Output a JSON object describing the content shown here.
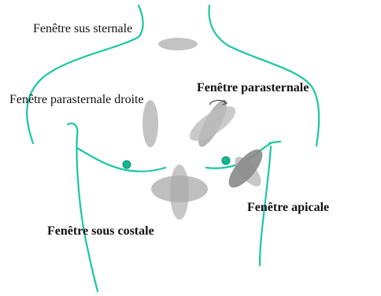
{
  "labels": {
    "suprasternal": "Fenêtre sus sternale",
    "parasternal_right": "Fenêtre parasternale droite",
    "parasternal": "Fenêtre parasternale",
    "apical": "Fenêtre apicale",
    "subcostal": "Fenêtre sous costale"
  },
  "colors": {
    "body_outline": "#1bc7a3",
    "marker_fill": "#13b792",
    "plane_light": "#bdbdbd",
    "plane_mid": "#a9a9a9",
    "plane_dark": "#8a8a8a",
    "text": "#111111"
  },
  "icons": {
    "marker": "circle-dot-icon",
    "rotation": "curved-arrow-icon"
  }
}
